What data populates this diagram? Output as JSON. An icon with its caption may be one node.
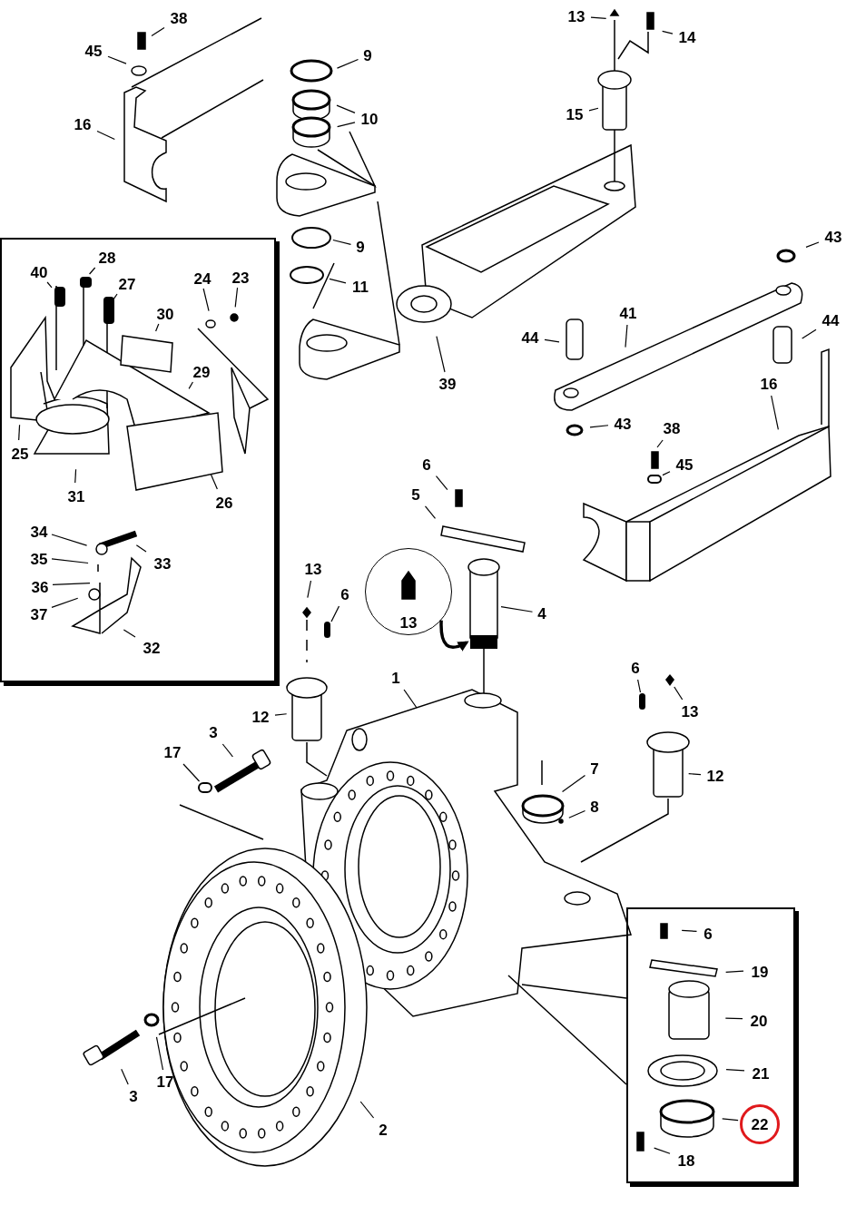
{
  "diagram": {
    "nodes": [
      {
        "text": [],
        "shape": "box"
      },
      {
        "text": [],
        "shape": "box"
      },
      {
        "text": [
          "38"
        ]
      },
      {
        "text": [
          "45"
        ]
      },
      {
        "text": [
          "16"
        ]
      },
      {
        "text": [
          "9"
        ]
      },
      {
        "text": [
          "10"
        ]
      },
      {
        "text": [
          "13"
        ]
      },
      {
        "text": [
          "14"
        ]
      },
      {
        "text": [
          "15"
        ]
      },
      {
        "text": [
          "43"
        ]
      },
      {
        "text": [
          "9"
        ]
      },
      {
        "text": [
          "11"
        ]
      },
      {
        "text": [
          "40"
        ],
        "in": 0
      },
      {
        "text": [
          "28"
        ],
        "in": 0
      },
      {
        "text": [
          "24"
        ],
        "in": 0
      },
      {
        "text": [
          "23"
        ],
        "in": 0
      },
      {
        "text": [
          "27"
        ],
        "in": 0
      },
      {
        "text": [
          "30"
        ],
        "in": 0
      },
      {
        "text": [
          "41"
        ]
      },
      {
        "text": [
          "44"
        ]
      },
      {
        "text": [
          "44"
        ]
      },
      {
        "text": [
          "29"
        ],
        "in": 0
      },
      {
        "text": [
          "39"
        ]
      },
      {
        "text": [
          "16"
        ]
      },
      {
        "text": [
          "43"
        ]
      },
      {
        "text": [
          "38"
        ]
      },
      {
        "text": [
          "25"
        ],
        "in": 0
      },
      {
        "text": [
          "45"
        ]
      },
      {
        "text": [
          "6"
        ]
      },
      {
        "text": [
          "31"
        ],
        "in": 0
      },
      {
        "text": [
          "26"
        ],
        "in": 0
      },
      {
        "text": [
          "5"
        ]
      },
      {
        "text": [
          "34"
        ],
        "in": 0
      },
      {
        "text": [
          "33"
        ],
        "in": 0
      },
      {
        "text": [
          "35"
        ],
        "in": 0
      },
      {
        "text": [
          "36"
        ],
        "in": 0
      },
      {
        "text": [
          "37"
        ],
        "in": 0
      },
      {
        "text": [
          "32"
        ],
        "in": 0
      },
      {
        "text": [
          "13"
        ]
      },
      {
        "text": [
          "13"
        ]
      },
      {
        "text": [
          "6"
        ]
      },
      {
        "text": [
          "4"
        ]
      },
      {
        "text": [
          "1"
        ]
      },
      {
        "text": [
          "6"
        ]
      },
      {
        "text": [
          "13"
        ]
      },
      {
        "text": [
          "12"
        ]
      },
      {
        "text": [
          "3"
        ]
      },
      {
        "text": [
          "17"
        ]
      },
      {
        "text": [
          "7"
        ]
      },
      {
        "text": [
          "12"
        ]
      },
      {
        "text": [
          "8"
        ]
      },
      {
        "text": [
          "6"
        ],
        "in": 1
      },
      {
        "text": [
          "19"
        ],
        "in": 1
      },
      {
        "text": [
          "20"
        ],
        "in": 1
      },
      {
        "text": [
          "21"
        ],
        "in": 1
      },
      {
        "text": [
          "17"
        ]
      },
      {
        "text": [
          "3"
        ]
      },
      {
        "text": [
          "22"
        ],
        "in": 1
      },
      {
        "text": [
          "18"
        ],
        "in": 1
      },
      {
        "text": [
          "2"
        ]
      },
      {
        "text": [],
        "shape": "bolt",
        "in": 0
      },
      {
        "text": [],
        "shape": "bolt",
        "in": 0
      },
      {
        "text": [],
        "shape": "bolt",
        "in": 0
      },
      {
        "text": [],
        "shape": "washer"
      },
      {
        "text": [],
        "shape": "bolt"
      },
      {
        "text": [],
        "shape": "bolt"
      },
      {
        "text": [],
        "shape": "fitting"
      },
      {
        "text": [],
        "shape": "washer"
      },
      {
        "text": [],
        "shape": "pin"
      }
    ],
    "edges": [
      {
        "from": 2,
        "to": null,
        "arrow": "none"
      },
      {
        "from": 3,
        "to": null,
        "arrow": "none"
      },
      {
        "from": 4,
        "to": null,
        "arrow": "none"
      },
      {
        "from": 5,
        "to": null,
        "arrow": "none"
      },
      {
        "from": 6,
        "to": null,
        "arrow": "none"
      },
      {
        "from": 6,
        "to": null,
        "arrow": "none"
      },
      {
        "from": 7,
        "to": null,
        "arrow": "none"
      },
      {
        "from": 8,
        "to": null,
        "arrow": "none"
      },
      {
        "from": 9,
        "to": null,
        "arrow": "none"
      },
      {
        "from": 10,
        "to": null,
        "arrow": "none"
      },
      {
        "from": 11,
        "to": null,
        "arrow": "none"
      },
      {
        "from": 12,
        "to": null,
        "arrow": "none"
      },
      {
        "from": 13,
        "to": 61,
        "arrow": "none"
      },
      {
        "from": 14,
        "to": 62,
        "arrow": "none"
      },
      {
        "from": 15,
        "to": null,
        "arrow": "none"
      },
      {
        "from": 16,
        "to": null,
        "arrow": "none"
      },
      {
        "from": 17,
        "to": 63,
        "arrow": "none"
      },
      {
        "from": 18,
        "to": null,
        "arrow": "none"
      },
      {
        "from": 19,
        "to": null,
        "arrow": "none"
      },
      {
        "from": 20,
        "to": null,
        "arrow": "none"
      },
      {
        "from": 21,
        "to": null,
        "arrow": "none"
      },
      {
        "from": 22,
        "to": null,
        "arrow": "none"
      },
      {
        "from": 23,
        "to": null,
        "arrow": "none"
      },
      {
        "from": 24,
        "to": null,
        "arrow": "none"
      },
      {
        "from": 25,
        "to": null,
        "arrow": "none"
      },
      {
        "from": 26,
        "to": null,
        "arrow": "none"
      },
      {
        "from": 27,
        "to": null,
        "arrow": "none"
      },
      {
        "from": 28,
        "to": 64,
        "arrow": "none"
      },
      {
        "from": 29,
        "to": null,
        "arrow": "none"
      },
      {
        "from": 30,
        "to": null,
        "arrow": "none"
      },
      {
        "from": 31,
        "to": null,
        "arrow": "none"
      },
      {
        "from": 32,
        "to": null,
        "arrow": "none"
      },
      {
        "from": 33,
        "to": null,
        "arrow": "none"
      },
      {
        "from": 34,
        "to": null,
        "arrow": "none"
      },
      {
        "from": 35,
        "to": null,
        "arrow": "none"
      },
      {
        "from": 36,
        "to": null,
        "arrow": "none"
      },
      {
        "from": 37,
        "to": null,
        "arrow": "none"
      },
      {
        "from": 38,
        "to": null,
        "arrow": "none"
      },
      {
        "from": 39,
        "to": null,
        "arrow": "none"
      },
      {
        "from": 40,
        "to": 69,
        "arrow": "to",
        "style": "thick"
      },
      {
        "from": 41,
        "to": 65,
        "arrow": "none"
      },
      {
        "from": 42,
        "to": 69,
        "arrow": "none"
      },
      {
        "from": 43,
        "to": null,
        "arrow": "none"
      },
      {
        "from": 44,
        "to": 66,
        "arrow": "none"
      },
      {
        "from": 45,
        "to": 67,
        "arrow": "none"
      },
      {
        "from": 46,
        "to": null,
        "arrow": "none"
      },
      {
        "from": 47,
        "to": null,
        "arrow": "none"
      },
      {
        "from": 48,
        "to": 68,
        "arrow": "none"
      },
      {
        "from": 49,
        "to": null,
        "arrow": "none"
      },
      {
        "from": 50,
        "to": null,
        "arrow": "none"
      },
      {
        "from": 51,
        "to": null,
        "arrow": "none"
      },
      {
        "from": 52,
        "to": null,
        "arrow": "none"
      },
      {
        "from": 53,
        "to": null,
        "arrow": "none"
      },
      {
        "from": 54,
        "to": null,
        "arrow": "none"
      },
      {
        "from": 55,
        "to": null,
        "arrow": "none"
      },
      {
        "from": 56,
        "to": null,
        "arrow": "none"
      },
      {
        "from": 57,
        "to": null,
        "arrow": "none"
      },
      {
        "from": 58,
        "to": null,
        "arrow": "none"
      },
      {
        "from": 59,
        "to": null,
        "arrow": "none"
      },
      {
        "from": 60,
        "to": null,
        "arrow": "none"
      }
    ]
  }
}
